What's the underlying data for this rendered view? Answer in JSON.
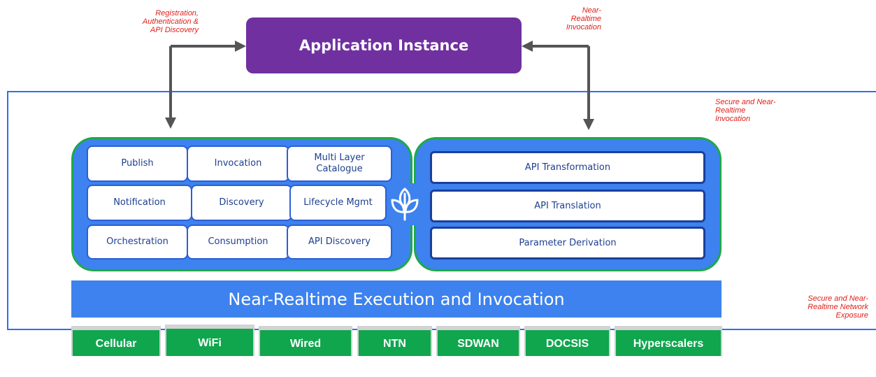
{
  "notes": {
    "registration": [
      "Registration,",
      "Authentication &",
      "API Discovery"
    ],
    "near_realtime": [
      "Near-",
      "Realtime",
      "Invocation"
    ],
    "secure_invocation": [
      "Secure and Near-",
      "Realtime",
      "Invocation"
    ],
    "secure_exposure": [
      "Secure and Near-",
      "Realtime Network",
      "Exposure"
    ]
  },
  "app_instance": "Application Instance",
  "left_panel": {
    "cells": [
      "Publish",
      "Invocation",
      "Multi Layer\nCatalogue",
      "Notification",
      "Discovery",
      "Lifecycle Mgmt",
      "Orchestration",
      "Consumption",
      "API Discovery"
    ]
  },
  "right_panel": {
    "rows": [
      "API Transformation",
      "API Translation",
      "Parameter Derivation"
    ]
  },
  "execution_bar": "Near-Realtime Execution and Invocation",
  "networks": [
    "Cellular",
    "WiFi",
    "Wired",
    "NTN",
    "SDWAN",
    "DOCSIS",
    "Hyperscalers"
  ],
  "colors": {
    "app_instance": "#7030a0",
    "panel_blue": "#3d82ee",
    "panel_border_green": "#1fa84b",
    "network_green": "#0fa64e",
    "note_red": "#e0201b",
    "frame_blue": "#2e6ff2"
  },
  "icons": {
    "center_logo": "leaf-sprout-icon"
  }
}
